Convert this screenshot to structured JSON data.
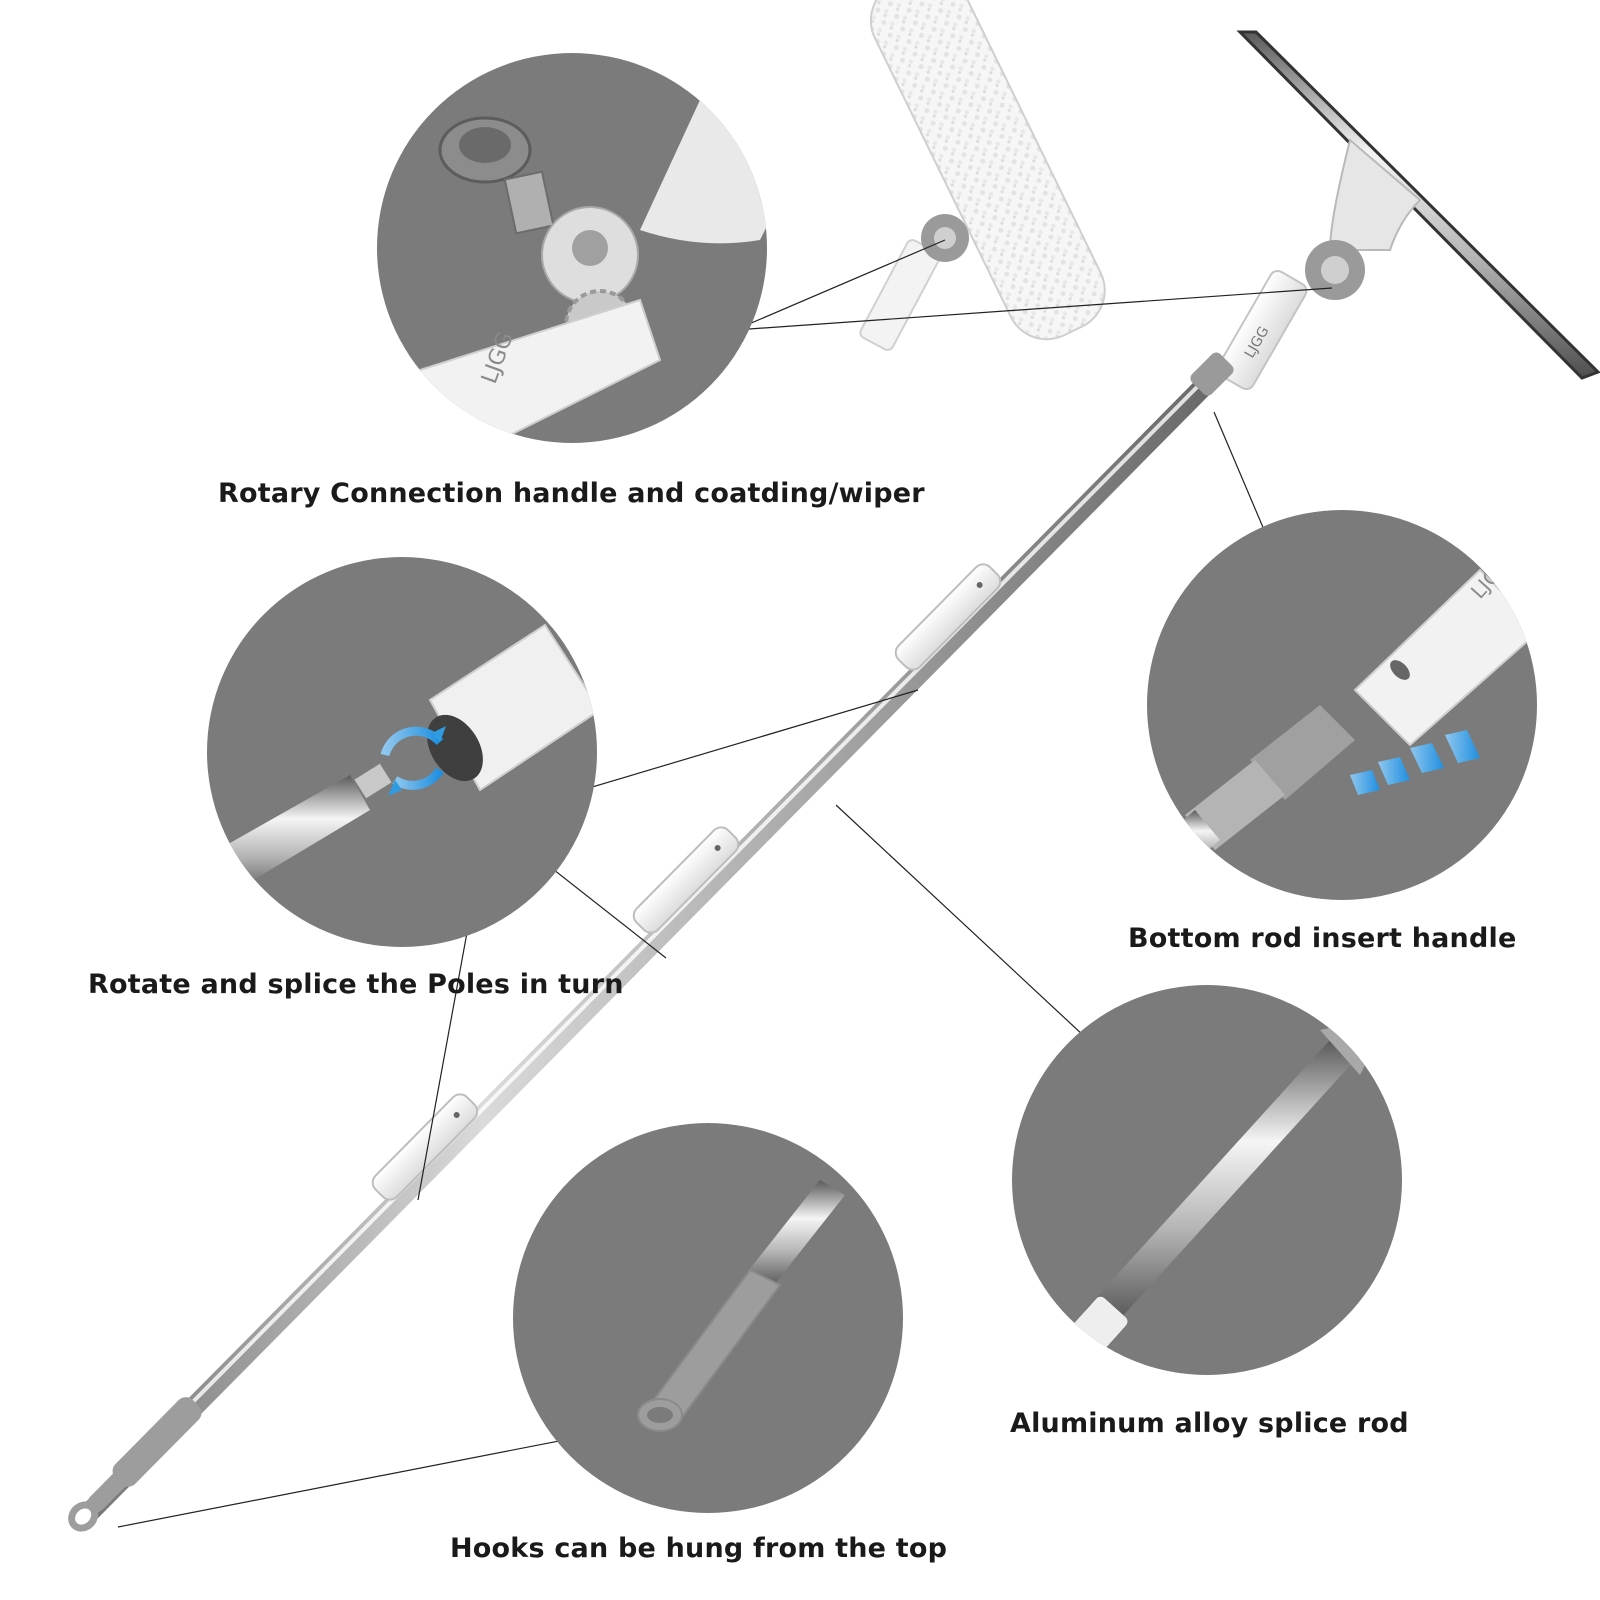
{
  "brand": {
    "logo_text": "LJGG"
  },
  "captions": {
    "rotary": "Rotary Connection handle and coatding/wiper",
    "rotate": "Rotate and splice the Poles in turn",
    "bottom": "Bottom rod insert handle",
    "alloy": "Aluminum alloy splice rod",
    "hooks": "Hooks can be hung from the top"
  },
  "colors": {
    "background": "#ffffff",
    "circle_fill": "#7b7b7b",
    "pole_steel": "#bfbfbf",
    "handle_white": "#f2f2f2",
    "grip_gray": "#9a9a9a",
    "arrow_blue": "#2f9be0"
  },
  "icons": {
    "rotate_arrows": "rotate-arrows-icon",
    "insert_arrows": "chevron-arrows-icon"
  }
}
